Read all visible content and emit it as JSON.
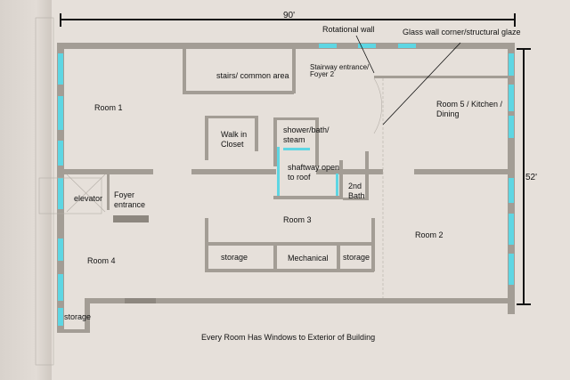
{
  "dimensions": {
    "width_label": "90'",
    "height_label": "52'"
  },
  "annotations": {
    "rotational_wall": "Rotational wall",
    "glass_wall": "Glass wall corner/structural glaze",
    "stairway_entrance": "Stairway entrance/ Foyer 2"
  },
  "rooms": {
    "stairs": "stairs/ common area",
    "room1": "Room 1",
    "room5": "Room 5 / Kitchen / Dining",
    "walk_in_closet": "Walk in Closet",
    "shower": "shower/bath/ steam",
    "shaftway": "shaftway open to roof",
    "bath2": "2nd Bath",
    "elevator": "elevator",
    "foyer": "Foyer entrance",
    "room3": "Room 3",
    "room2": "Room 2",
    "room4": "Room 4",
    "storage1": "storage",
    "mechanical": "Mechanical",
    "storage2": "storage",
    "storage3": "storage"
  },
  "caption": "Every Room Has Windows to Exterior of Building",
  "colors": {
    "wall": "#a39d95",
    "window": "#5ed6e3",
    "background": "#e6e0da"
  }
}
